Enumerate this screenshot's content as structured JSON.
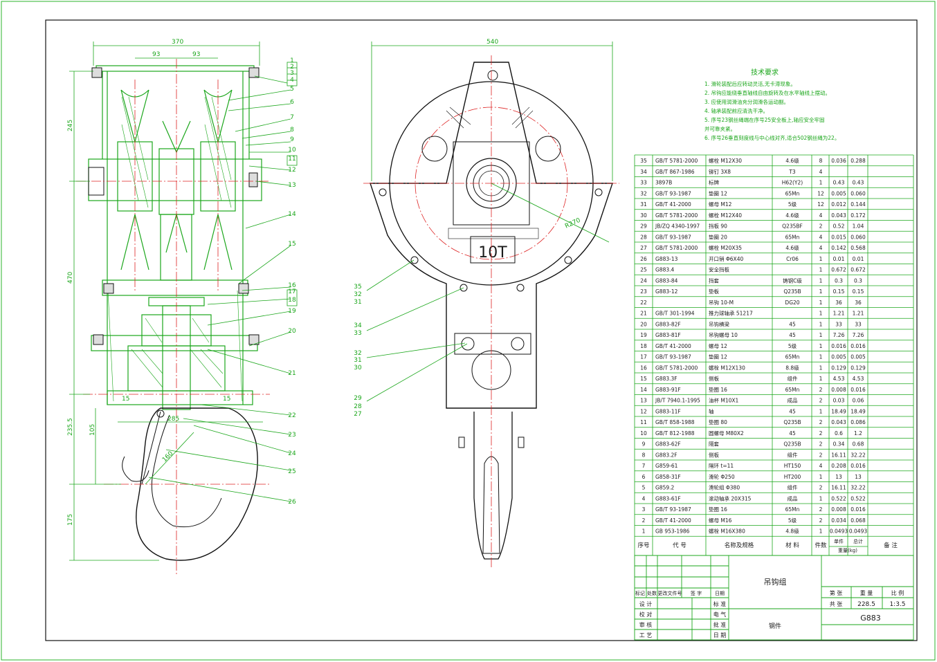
{
  "drawing": {
    "title_block": {
      "drawing_name": "吊钩组",
      "drawing_number": "G883",
      "material": "钢件",
      "weight_header": "重 量",
      "scale_header": "比 例",
      "weight": "228.5",
      "scale": "1:3.5",
      "sheet_of": "第 张",
      "sheets_total": "共 张",
      "change_headers": [
        "标记",
        "处数",
        "更改文件号",
        "签 字",
        "日期"
      ],
      "roles": [
        {
          "role": "设 计",
          "right": "标 准"
        },
        {
          "role": "校 对",
          "right": "电 气"
        },
        {
          "role": "审 核",
          "right": "批 准"
        },
        {
          "role": "工 艺",
          "right": "日 期"
        }
      ]
    },
    "tech_requirements": {
      "title": "技术要求",
      "items": [
        "1. 滑轮装配后应转动灵活,无卡滞现象。",
        "2. 吊钩应能绕垂直轴线自由旋转及在水平轴线上摆动。",
        "3. 应使用润滑油充分润滑各运动副。",
        "4. 轴承装配前应清洗干净。",
        "5. 序号23钢丝绳端在序号25安全板上,轴应安全牢固",
        "   并可靠夹紧。",
        "6. 序号26垂直刻度线与中心线对齐,适合502钢丝绳为22。"
      ]
    },
    "bom": {
      "header": {
        "no": "序号",
        "code": "代 号",
        "name": "名称及规格",
        "material": "材 料",
        "qty": "件数",
        "unit_weight": "单件",
        "total_weight": "总计",
        "weight_label": "重量(kg)",
        "remark": "备 注"
      },
      "rows": [
        {
          "no": "35",
          "code": "GB/T 5781-2000",
          "name": "螺栓 M12X30",
          "material": "4.6级",
          "qty": "8",
          "unit": "0.036",
          "total": "0.288"
        },
        {
          "no": "34",
          "code": "GB/T 867-1986",
          "name": "铆钉 3X8",
          "material": "T3",
          "qty": "4",
          "unit": "",
          "total": ""
        },
        {
          "no": "33",
          "code": "3897B",
          "name": "标牌",
          "material": "H62(Y2)",
          "qty": "1",
          "unit": "0.43",
          "total": "0.43"
        },
        {
          "no": "32",
          "code": "GB/T 93-1987",
          "name": "垫圈 12",
          "material": "65Mn",
          "qty": "12",
          "unit": "0.005",
          "total": "0.060"
        },
        {
          "no": "31",
          "code": "GB/T 41-2000",
          "name": "螺母 M12",
          "material": "5级",
          "qty": "12",
          "unit": "0.012",
          "total": "0.144"
        },
        {
          "no": "30",
          "code": "GB/T 5781-2000",
          "name": "螺栓 M12X40",
          "material": "4.6级",
          "qty": "4",
          "unit": "0.043",
          "total": "0.172"
        },
        {
          "no": "29",
          "code": "JB/ZQ 4340-1997",
          "name": "挡板 90",
          "material": "Q235BF",
          "qty": "2",
          "unit": "0.52",
          "total": "1.04"
        },
        {
          "no": "28",
          "code": "GB/T 93-1987",
          "name": "垫圈 20",
          "material": "65Mn",
          "qty": "4",
          "unit": "0.015",
          "total": "0.060"
        },
        {
          "no": "27",
          "code": "GB/T 5781-2000",
          "name": "螺栓 M20X35",
          "material": "4.6级",
          "qty": "4",
          "unit": "0.142",
          "total": "0.568"
        },
        {
          "no": "26",
          "code": "G883-13",
          "name": "开口销 Φ6X40",
          "material": "Cr06",
          "qty": "1",
          "unit": "0.01",
          "total": "0.01"
        },
        {
          "no": "25",
          "code": "G883.4",
          "name": "安全挡板",
          "material": "",
          "qty": "1",
          "unit": "0.672",
          "total": "0.672"
        },
        {
          "no": "24",
          "code": "G883-84",
          "name": "挡套",
          "material": "铸钢C级",
          "qty": "1",
          "unit": "0.3",
          "total": "0.3"
        },
        {
          "no": "23",
          "code": "G883-12",
          "name": "垫板",
          "material": "Q235B",
          "qty": "1",
          "unit": "0.15",
          "total": "0.15"
        },
        {
          "no": "22",
          "code": "",
          "name": "吊钩 10-M",
          "material": "DG20",
          "qty": "1",
          "unit": "36",
          "total": "36"
        },
        {
          "no": "21",
          "code": "GB/T 301-1994",
          "name": "推力球轴承 51217",
          "material": "",
          "qty": "1",
          "unit": "1.21",
          "total": "1.21"
        },
        {
          "no": "20",
          "code": "G883-82F",
          "name": "吊钩横梁",
          "material": "45",
          "qty": "1",
          "unit": "33",
          "total": "33"
        },
        {
          "no": "19",
          "code": "G883-81F",
          "name": "吊钩螺母 10",
          "material": "45",
          "qty": "1",
          "unit": "7.26",
          "total": "7.26"
        },
        {
          "no": "18",
          "code": "GB/T 41-2000",
          "name": "螺母 12",
          "material": "5级",
          "qty": "1",
          "unit": "0.016",
          "total": "0.016"
        },
        {
          "no": "17",
          "code": "GB/T 93-1987",
          "name": "垫圈 12",
          "material": "65Mn",
          "qty": "1",
          "unit": "0.005",
          "total": "0.005"
        },
        {
          "no": "16",
          "code": "GB/T 5781-2000",
          "name": "螺栓 M12X130",
          "material": "8.8级",
          "qty": "1",
          "unit": "0.129",
          "total": "0.129"
        },
        {
          "no": "15",
          "code": "G883.3F",
          "name": "侧板",
          "material": "组件",
          "qty": "1",
          "unit": "4.53",
          "total": "4.53"
        },
        {
          "no": "14",
          "code": "G883-91F",
          "name": "垫圈 16",
          "material": "65Mn",
          "qty": "2",
          "unit": "0.008",
          "total": "0.016"
        },
        {
          "no": "13",
          "code": "JB/T 7940.1-1995",
          "name": "油杯 M10X1",
          "material": "成品",
          "qty": "2",
          "unit": "0.03",
          "total": "0.06"
        },
        {
          "no": "12",
          "code": "G883-11F",
          "name": "轴",
          "material": "45",
          "qty": "1",
          "unit": "18.49",
          "total": "18.49"
        },
        {
          "no": "11",
          "code": "GB/T 858-1988",
          "name": "垫圈 80",
          "material": "Q235B",
          "qty": "2",
          "unit": "0.043",
          "total": "0.086"
        },
        {
          "no": "10",
          "code": "GB/T 812-1988",
          "name": "圆螺母 M80X2",
          "material": "45",
          "qty": "2",
          "unit": "0.6",
          "total": "1.2"
        },
        {
          "no": "9",
          "code": "G883-62F",
          "name": "隔套",
          "material": "Q235B",
          "qty": "2",
          "unit": "0.34",
          "total": "0.68"
        },
        {
          "no": "8",
          "code": "G883.2F",
          "name": "侧板",
          "material": "组件",
          "qty": "2",
          "unit": "16.11",
          "total": "32.22"
        },
        {
          "no": "7",
          "code": "G859-61",
          "name": "隔环 t=11",
          "material": "HT150",
          "qty": "4",
          "unit": "0.208",
          "total": "0.016"
        },
        {
          "no": "6",
          "code": "G858-31F",
          "name": "滑轮 Φ250",
          "material": "HT200",
          "qty": "1",
          "unit": "13",
          "total": "13"
        },
        {
          "no": "5",
          "code": "G859.2",
          "name": "滑轮组 Φ380",
          "material": "组件",
          "qty": "2",
          "unit": "16.11",
          "total": "32.22"
        },
        {
          "no": "4",
          "code": "G883-61F",
          "name": "滚动轴承 20X315",
          "material": "成品",
          "qty": "1",
          "unit": "0.522",
          "total": "0.522"
        },
        {
          "no": "3",
          "code": "GB/T 93-1987",
          "name": "垫圈 16",
          "material": "65Mn",
          "qty": "2",
          "unit": "0.008",
          "total": "0.016"
        },
        {
          "no": "2",
          "code": "GB/T 41-2000",
          "name": "螺母 M16",
          "material": "5级",
          "qty": "2",
          "unit": "0.034",
          "total": "0.068"
        },
        {
          "no": "1",
          "code": "GB 953-1986",
          "name": "螺栓 M16X380",
          "material": "4.8级",
          "qty": "1",
          "unit": "0.0493",
          "total": "0.0493"
        }
      ]
    },
    "front_view": {
      "dims": {
        "overall_width": "370",
        "pitch_left": "93",
        "pitch_right": "93",
        "height_top": "245",
        "height_mid": "470",
        "height_hook": "235.5",
        "hook_lower": "175",
        "hook_inner": "105",
        "hook_width": "285",
        "hook_throat": "160",
        "flange_left": "15",
        "flange_right": "15"
      },
      "part_numbers": [
        "1",
        "2",
        "3",
        "4",
        "5",
        "6",
        "7",
        "8",
        "9",
        "10",
        "11",
        "12",
        "13",
        "14",
        "15",
        "16",
        "17",
        "18",
        "19",
        "20",
        "21",
        "22",
        "23",
        "24",
        "25",
        "26"
      ]
    },
    "side_view": {
      "dims": {
        "overall_width": "540",
        "radius": "R270"
      },
      "capacity_label": "10T",
      "part_numbers": [
        "35",
        "32",
        "31",
        "34",
        "33",
        "32",
        "31",
        "30",
        "29",
        "28",
        "27"
      ]
    }
  }
}
